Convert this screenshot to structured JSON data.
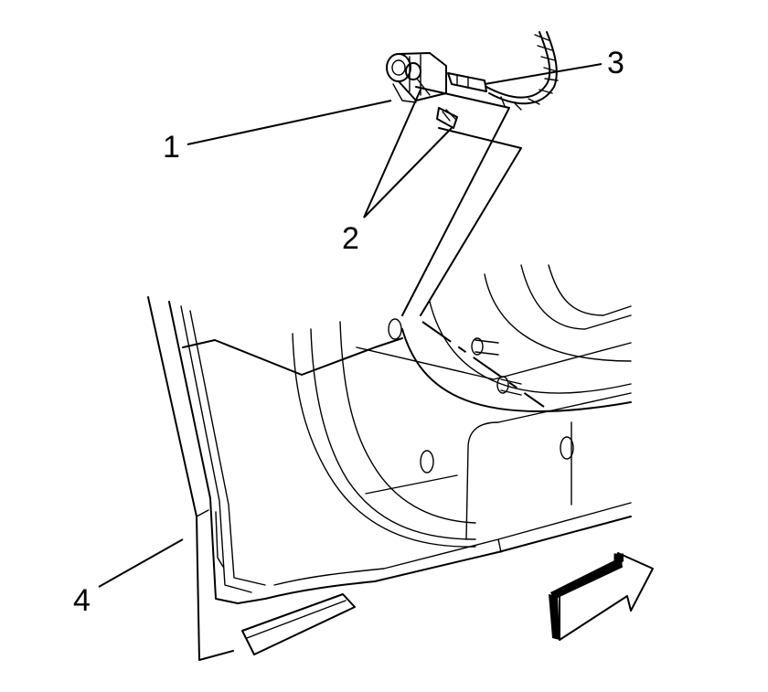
{
  "diagram": {
    "callouts": [
      {
        "id": "1",
        "label": "1"
      },
      {
        "id": "2",
        "label": "2"
      },
      {
        "id": "3",
        "label": "3"
      },
      {
        "id": "4",
        "label": "4"
      }
    ],
    "colors": {
      "line": "#000000",
      "background": "#ffffff"
    },
    "icons": [
      "direction-arrow-icon"
    ]
  }
}
